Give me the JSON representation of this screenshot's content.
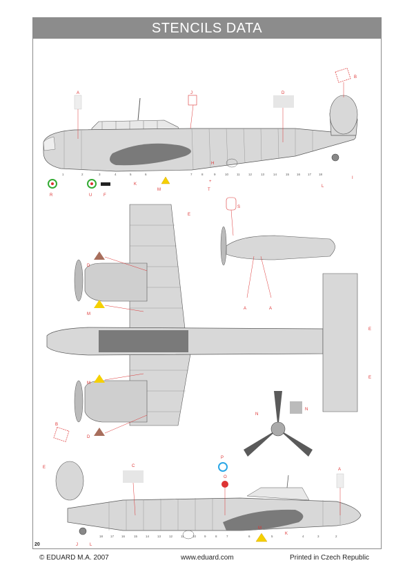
{
  "header": {
    "title": "STENCILS DATA"
  },
  "page_number": "20",
  "footer": {
    "left": "© EDUARD M.A. 2007",
    "center": "www.eduard.com",
    "right": "Printed in Czech Republic"
  },
  "colors": {
    "title_bg": "#8c8c8c",
    "airframe": "#d8d8d8",
    "dark_camo": "#7a7a7a",
    "callout_red": "#d33333"
  },
  "top_profile": {
    "letters": [
      "A",
      "J",
      "D",
      "B",
      "R",
      "U",
      "F",
      "K",
      "M",
      "H",
      "T",
      "L",
      "I"
    ],
    "numbers": [
      "1",
      "2",
      "3",
      "4",
      "5",
      "6",
      "7",
      "8",
      "9",
      "10",
      "11",
      "12",
      "13",
      "14",
      "15",
      "16",
      "17",
      "18"
    ]
  },
  "plan_view": {
    "letters": [
      "S",
      "E",
      "D",
      "M",
      "A",
      "A",
      "E",
      "E",
      "M",
      "N",
      "N",
      "D"
    ]
  },
  "bottom_profile": {
    "letters": [
      "B",
      "E",
      "C",
      "P",
      "O",
      "A",
      "J",
      "L",
      "M",
      "K"
    ],
    "numbers": [
      "18",
      "17",
      "16",
      "15",
      "14",
      "13",
      "12",
      "11",
      "10",
      "9",
      "8",
      "7",
      "6",
      "5",
      "4",
      "3",
      "2"
    ]
  }
}
